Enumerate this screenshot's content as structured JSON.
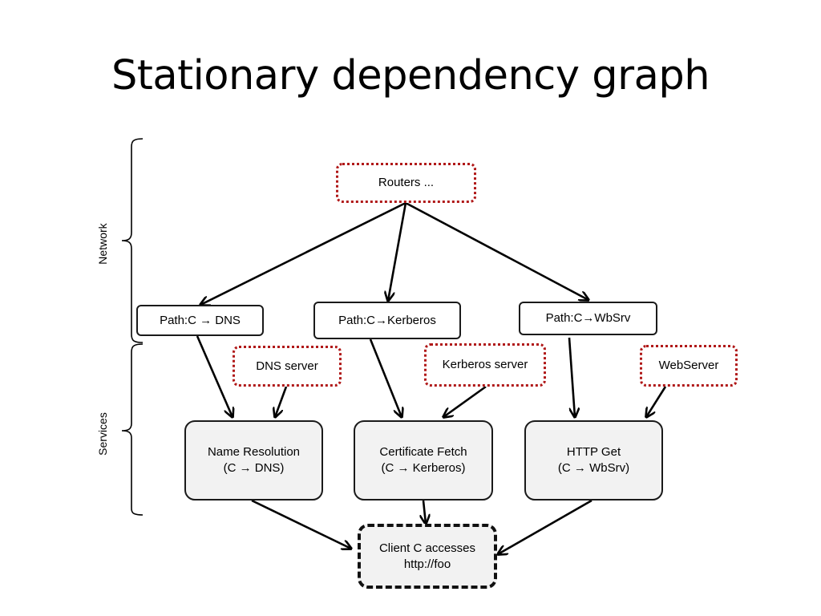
{
  "title": "Stationary dependency graph",
  "layers": {
    "network": "Network",
    "services": "Services"
  },
  "nodes": {
    "routers": "Routers ...",
    "path_dns": "Path:C → DNS",
    "path_kerberos": "Path:C→Kerberos",
    "path_wbsrv": "Path:C→WbSrv",
    "dns_server": "DNS server",
    "kerberos_server": "Kerberos server",
    "webserver": "WebServer",
    "name_resolution": {
      "line1": "Name Resolution",
      "line2": "(C → DNS)"
    },
    "certificate_fetch": {
      "line1": "Certificate Fetch",
      "line2": "(C → Kerberos)"
    },
    "http_get": {
      "line1": "HTTP Get",
      "line2": "(C → WbSrv)"
    },
    "client": {
      "line1": "Client C accesses",
      "line2": "http://foo"
    }
  },
  "colors": {
    "infra_border": "#b01818",
    "service_fill": "#f2f2f2",
    "line": "#000000"
  }
}
